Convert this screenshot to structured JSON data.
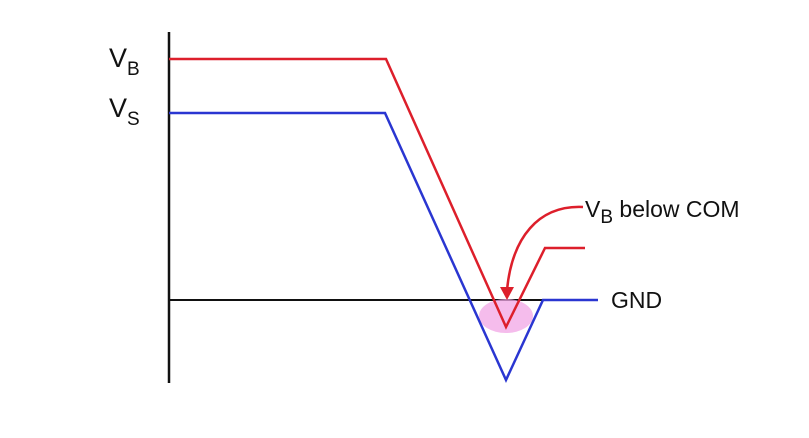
{
  "labels": {
    "vb_main": "V",
    "vb_sub": "B",
    "vs_main": "V",
    "vs_sub": "S",
    "annotation_main": "V",
    "annotation_sub": "B",
    "annotation_rest": " below COM",
    "gnd": "GND"
  },
  "colors": {
    "vb_trace": "#dd1f2b",
    "vs_trace": "#2a36d1",
    "axis": "#111111",
    "highlight": "#f2a6e6"
  }
}
